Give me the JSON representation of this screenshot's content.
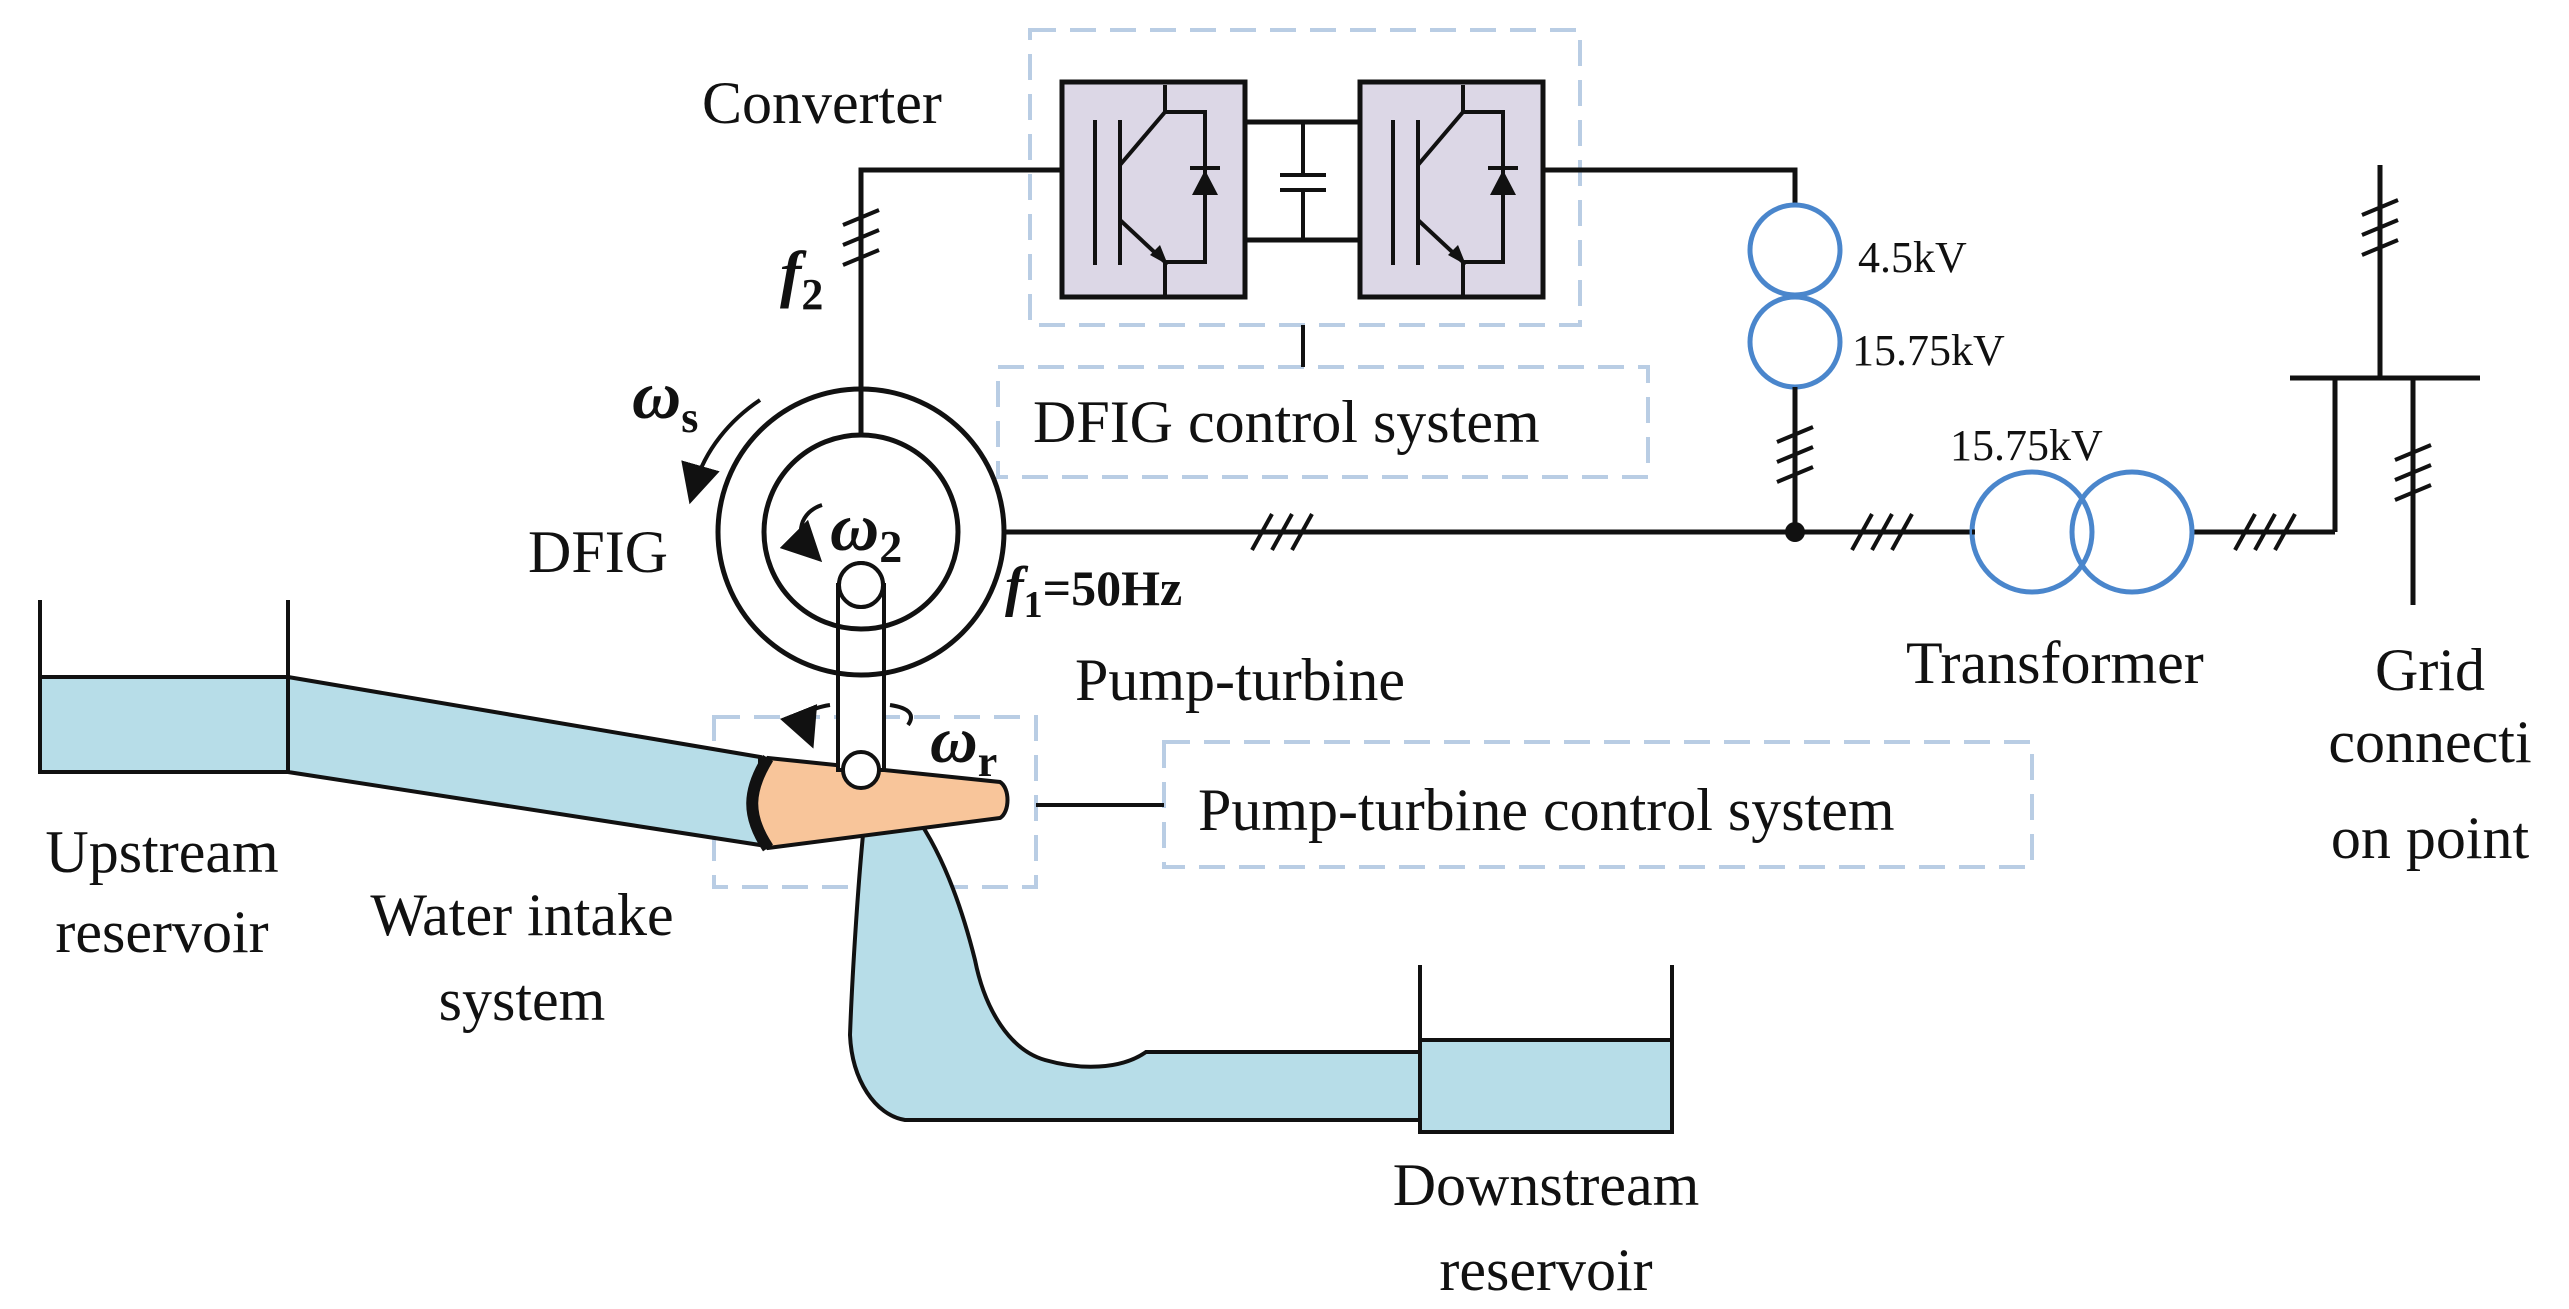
{
  "labels": {
    "converter": "Converter",
    "dfig_control": "DFIG control system",
    "dfig": "DFIG",
    "pump_turbine": "Pump-turbine",
    "pump_turbine_control": "Pump-turbine control system",
    "transformer": "Transformer",
    "grid_line1": "Grid",
    "grid_line2": "connecti",
    "grid_line3": "on point",
    "upstream_line1": "Upstream",
    "upstream_line2": "reservoir",
    "intake_line1": "Water intake",
    "intake_line2": "system",
    "downstream_line1": "Downstream",
    "downstream_line2": "reservoir",
    "voltage_lv": "4.5kV",
    "voltage_hv1": "15.75kV",
    "voltage_hv2": "15.75kV"
  },
  "symbols": {
    "f2_base": "f",
    "f2_sub": "2",
    "f1_base": "f",
    "f1_sub": "1",
    "f1_value": "=50Hz",
    "omega_s_base": "ω",
    "omega_s_sub": "s",
    "omega_2_base": "ω",
    "omega_2_sub": "2",
    "omega_r_base": "ω",
    "omega_r_sub": "r"
  },
  "colors": {
    "water": "#b7dde8",
    "transformer_coil": "#4a86cc",
    "converter_fill": "#dcd7e6",
    "runner_fill": "#f8c59a",
    "dashed_box": "#b9cde4"
  },
  "icons": {
    "converter_modules": "igbt-diode-icon",
    "dc_link": "capacitor-icon",
    "transformers": "transformer-icon",
    "generator": "dfig-icon",
    "runner": "pump-turbine-runner-icon",
    "junction": "node-dot-icon"
  }
}
